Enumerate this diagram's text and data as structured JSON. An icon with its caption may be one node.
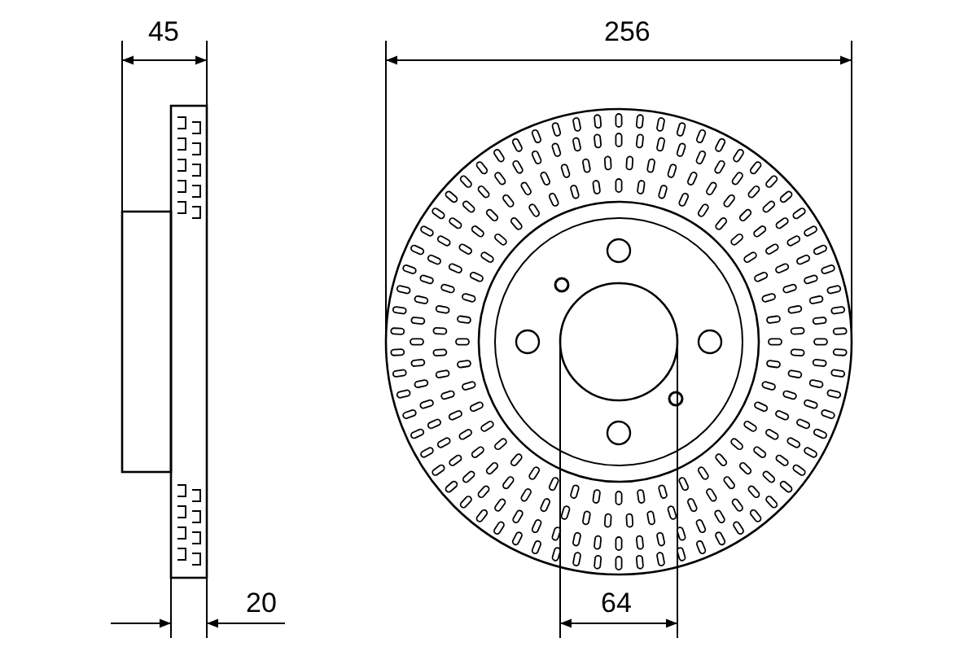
{
  "diagram": {
    "labels": [
      "45",
      "256",
      "20",
      "64"
    ]
  }
}
